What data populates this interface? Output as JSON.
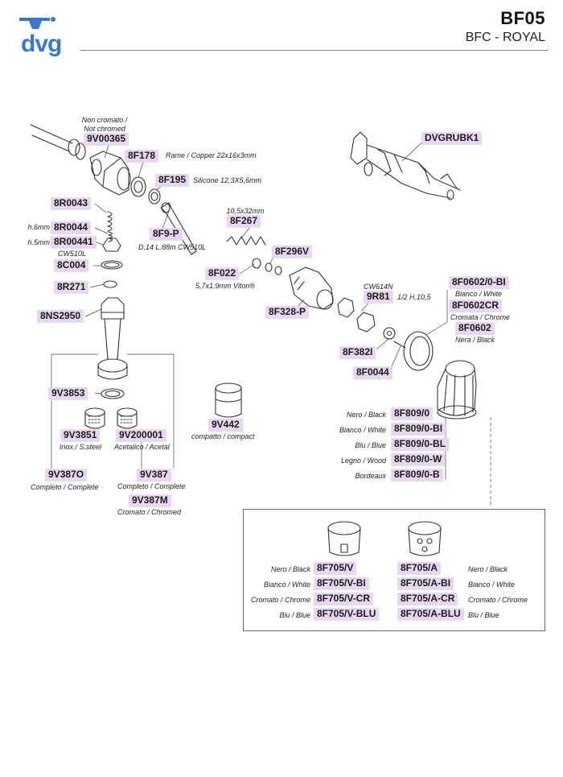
{
  "header": {
    "logo_text": "dvg",
    "code": "BF05",
    "model": "BFC - ROYAL"
  },
  "colors": {
    "badge_bg": "#e7d7f1",
    "logo_blue": "#3b78c7"
  },
  "parts": {
    "p1": "9V00365",
    "n1a": "Non cromato /",
    "n1b": "Not chromed",
    "p2": "8F178",
    "n2": "Rame / Copper 22x16x3mm",
    "p3": "8F195",
    "n3": "Silicone 12,3X5,6mm",
    "p4": "8R0043",
    "p5": "8R0044",
    "n5": "h.6mm",
    "p6": "8R00441",
    "n6a": "h.5mm",
    "n6b": "CW510L",
    "p7": "8C004",
    "p8": "8R271",
    "p9": "8NS2950",
    "p10": "8F9-P",
    "n10": "D.14 L.88m CW510L",
    "p11": "8F267",
    "n11": "10,5x32mm",
    "p12": "8F296V",
    "p13": "8F022",
    "n13": "5,7x1,9mm Viton®",
    "p14": "8F328-P",
    "p15": "DVGRUBK1",
    "p16": "9R81",
    "n16a": "CW614N",
    "n16b": "1/2 H.10,5",
    "p17": "8F382I",
    "p18": "8F0044",
    "p19": "8F0602/0-BI",
    "n19": "Bianco / White",
    "p20": "8F0602CR",
    "n20": "Cromata / Chrome",
    "p21": "8F0602",
    "n21": "Nera / Black",
    "p22": "9V3853",
    "p23": "9V3851",
    "n23": "Inox / S.steel",
    "p24": "9V200001",
    "n24": "Acetalico / Acetal",
    "p25": "9V442",
    "n25": "compatto / compact",
    "p26": "9V387O",
    "n26": "Completo / Complete",
    "p27": "9V387",
    "n27": "Completo / Complete",
    "p28": "9V387M",
    "n28": "Cromato / Chromed"
  },
  "knobs": [
    {
      "label": "Nero / Black",
      "code": "8F809/0"
    },
    {
      "label": "Bianco / White",
      "code": "8F809/0-BI"
    },
    {
      "label": "Blu / Blue",
      "code": "8F809/0-BL"
    },
    {
      "label": "Legno / Wood",
      "code": "8F809/0-W"
    },
    {
      "label": "Bordeaux",
      "code": "8F809/0-B"
    }
  ],
  "caps_v": [
    {
      "label": "Nero / Black",
      "code": "8F705/V"
    },
    {
      "label": "Bianco / White",
      "code": "8F705/V-BI"
    },
    {
      "label": "Cromato / Chrome",
      "code": "8F705/V-CR"
    },
    {
      "label": "Blu / Blue",
      "code": "8F705/V-BLU"
    }
  ],
  "caps_a": [
    {
      "label": "Nero / Black",
      "code": "8F705/A"
    },
    {
      "label": "Bianco / White",
      "code": "8F705/A-BI"
    },
    {
      "label": "Cromato / Chrome",
      "code": "8F705/A-CR"
    },
    {
      "label": "Blu / Blue",
      "code": "8F705/A-BLU"
    }
  ]
}
